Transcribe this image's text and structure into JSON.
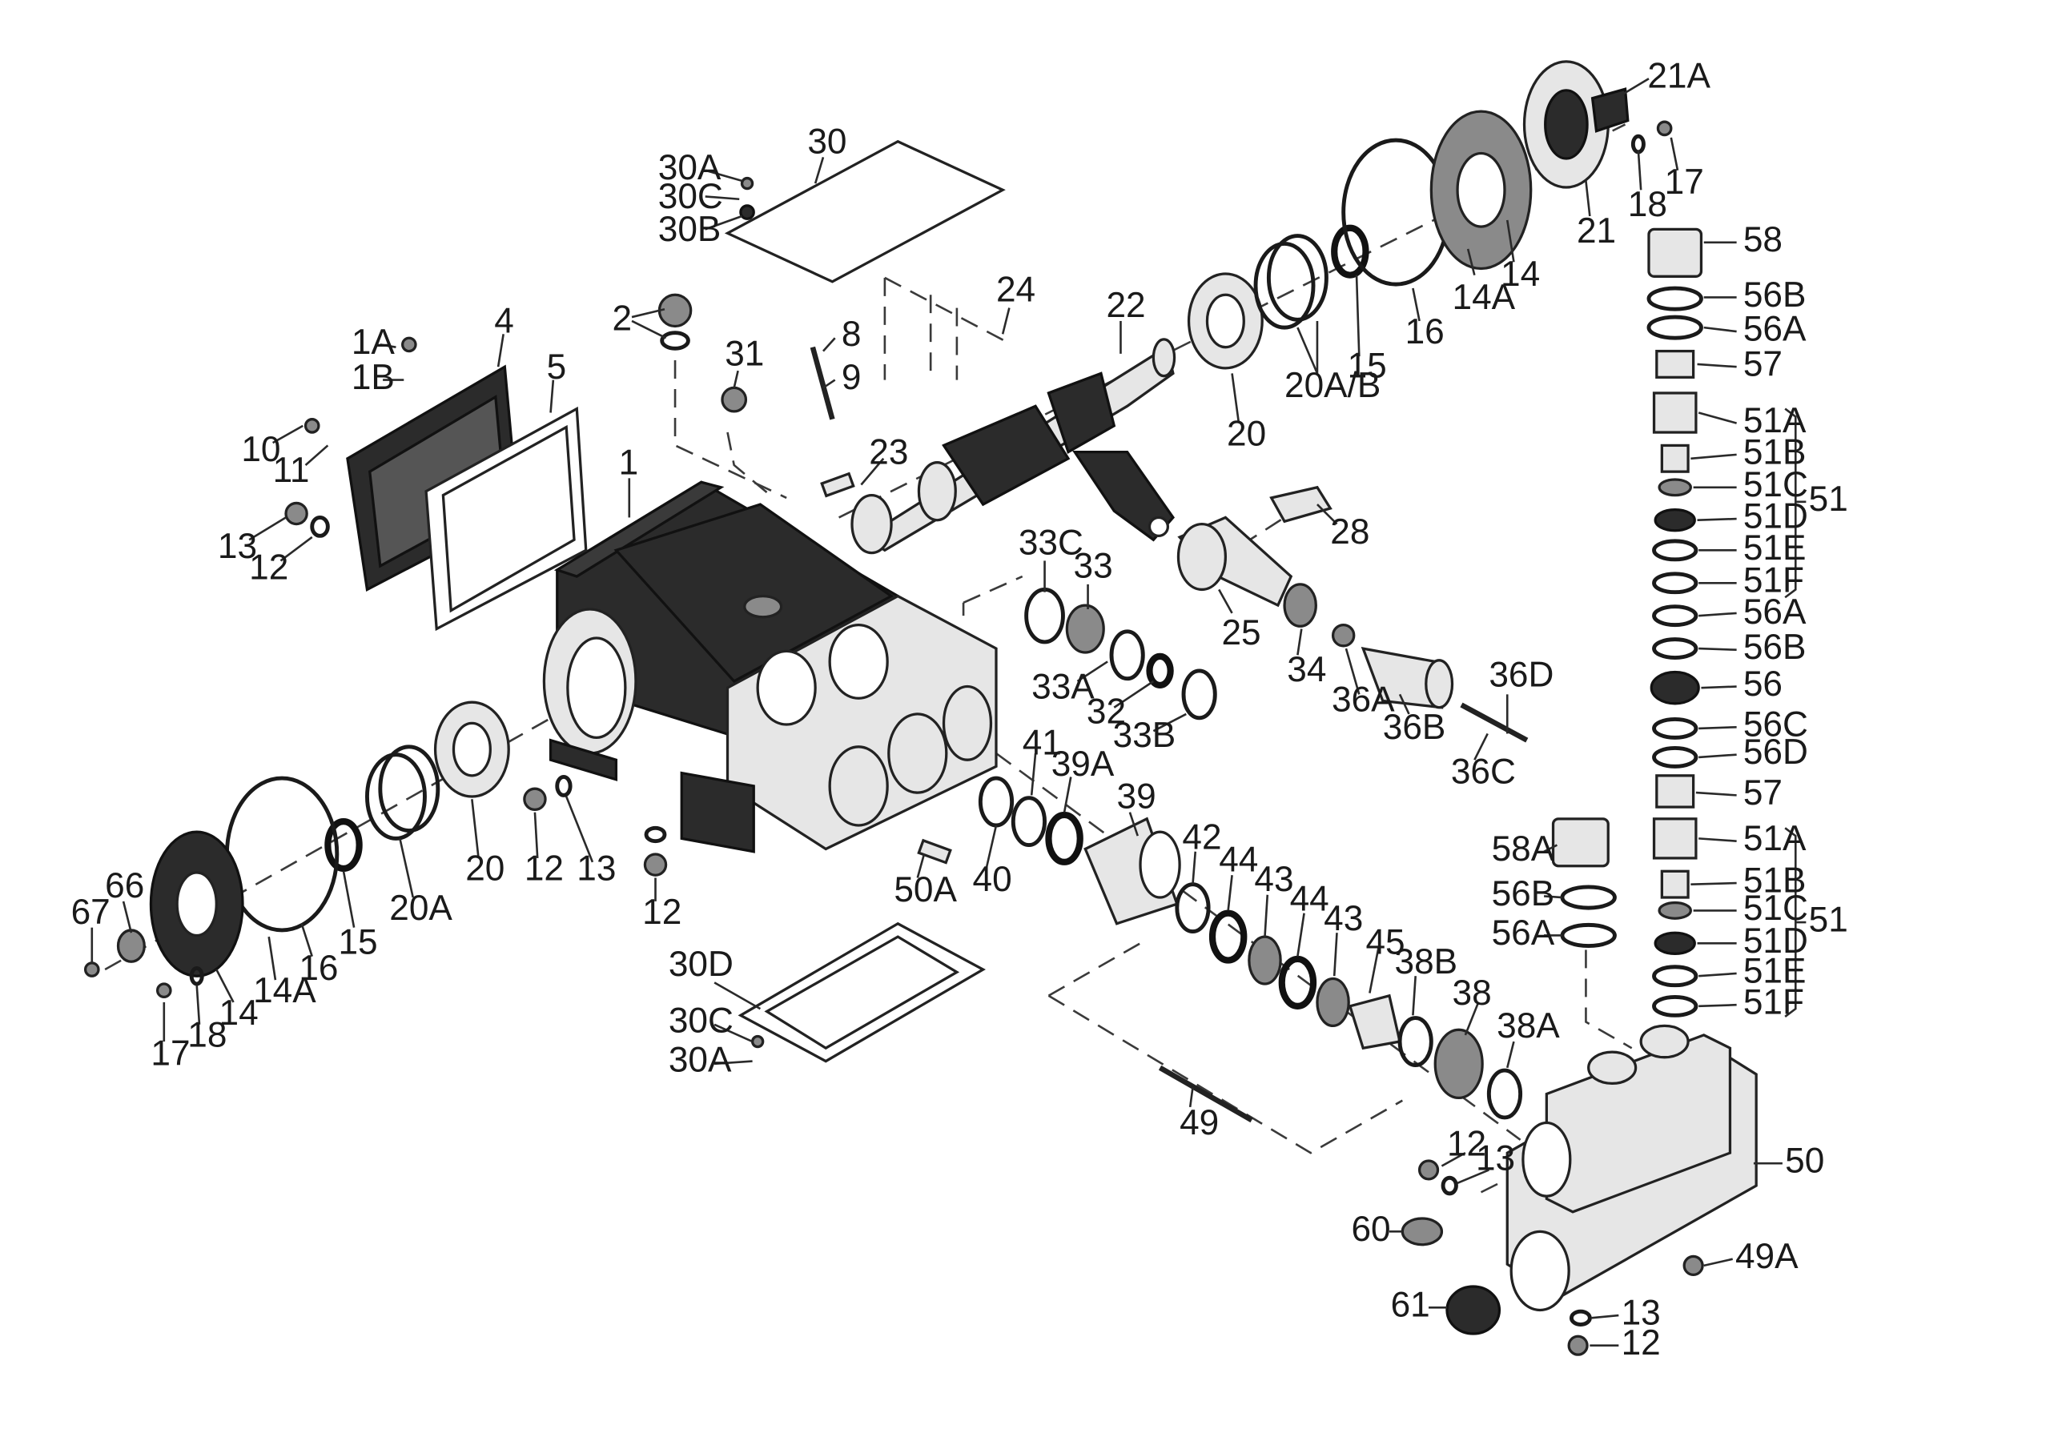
{
  "labels": {
    "l1": "1",
    "l1A": "1A",
    "l1B": "1B",
    "l2": "2",
    "l4": "4",
    "l5": "5",
    "l8": "8",
    "l9": "9",
    "l10": "10",
    "l11": "11",
    "l12a": "12",
    "l13a": "13",
    "l12b": "12",
    "l13b": "13",
    "l12c": "12",
    "l12d": "12",
    "l13c": "13",
    "l12e": "12",
    "l13d": "13",
    "l14a": "14",
    "l14b": "14",
    "l14Aa": "14A",
    "l14Ab": "14A",
    "l15a": "15",
    "l15b": "15",
    "l16a": "16",
    "l16b": "16",
    "l17a": "17",
    "l17b": "17",
    "l18a": "18",
    "l18b": "18",
    "l20a": "20",
    "l20b": "20",
    "l20A": "20A",
    "l20AB": "20A/B",
    "l21": "21",
    "l21A": "21A",
    "l22": "22",
    "l23": "23",
    "l24": "24",
    "l25": "25",
    "l28": "28",
    "l30": "30",
    "l30Aa": "30A",
    "l30Ab": "30A",
    "l30B": "30B",
    "l30Ca": "30C",
    "l30Cb": "30C",
    "l30D": "30D",
    "l31": "31",
    "l32": "32",
    "l33": "33",
    "l33A": "33A",
    "l33B": "33B",
    "l33C": "33C",
    "l34": "34",
    "l36A": "36A",
    "l36B": "36B",
    "l36C": "36C",
    "l36D": "36D",
    "l38": "38",
    "l38A": "38A",
    "l38B": "38B",
    "l39": "39",
    "l39A": "39A",
    "l40": "40",
    "l41": "41",
    "l42": "42",
    "l43a": "43",
    "l43b": "43",
    "l44a": "44",
    "l44b": "44",
    "l45": "45",
    "l49": "49",
    "l49A": "49A",
    "l50": "50",
    "l50A": "50A",
    "l51a": "51",
    "l51b": "51",
    "l51Aa": "51A",
    "l51Ba": "51B",
    "l51Ca": "51C",
    "l51Da": "51D",
    "l51Ea": "51E",
    "l51Fa": "51F",
    "l51Ab": "51A",
    "l51Bb": "51B",
    "l51Cb": "51C",
    "l51Db": "51D",
    "l51Eb": "51E",
    "l51Fb": "51F",
    "l56": "56",
    "l56Aa": "56A",
    "l56Ab": "56A",
    "l56Ac": "56A",
    "l56Ba": "56B",
    "l56Bb": "56B",
    "l56Bc": "56B",
    "l56C": "56C",
    "l56D": "56D",
    "l57a": "57",
    "l57b": "57",
    "l58": "58",
    "l58A": "58A",
    "l60": "60",
    "l61": "61",
    "l66": "66",
    "l67": "67"
  }
}
